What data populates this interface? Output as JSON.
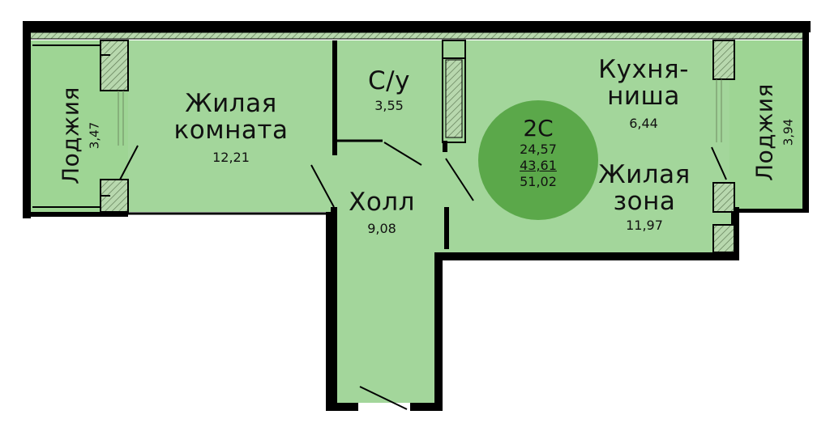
{
  "colors": {
    "floor": "#a3d69b",
    "loggia_floor": "#9ed594",
    "wall": "#000000",
    "badge": "#5ba84a",
    "hatch": "#6f8a62"
  },
  "apartment": {
    "type": "2С",
    "area_living": "24,57",
    "area_total": "43,61",
    "area_with_loggias": "51,02"
  },
  "rooms": {
    "loggia_left": {
      "name": "Лоджия",
      "area": "3,47"
    },
    "living_room": {
      "name_line1": "Жилая",
      "name_line2": "комната",
      "area": "12,21"
    },
    "bathroom": {
      "name": "С/у",
      "area": "3,55"
    },
    "hall": {
      "name": "Холл",
      "area": "9,08"
    },
    "kitchen": {
      "name_line1": "Кухня-",
      "name_line2": "ниша",
      "area": "6,44"
    },
    "living_zone": {
      "name_line1": "Жилая",
      "name_line2": "зона",
      "area": "11,97"
    },
    "loggia_right": {
      "name": "Лоджия",
      "area": "3,94"
    }
  }
}
